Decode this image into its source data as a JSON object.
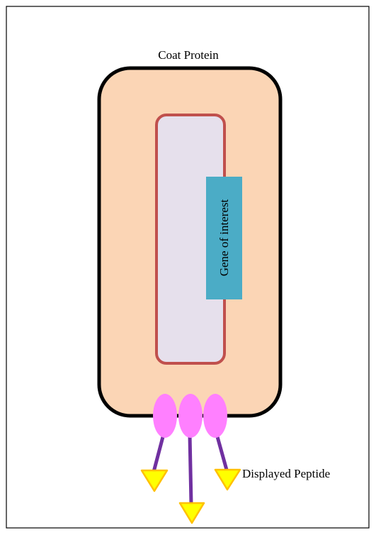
{
  "labels": {
    "coat_protein": "Coat Protein",
    "gene_of_interest": "Gene of interest",
    "displayed_peptide": "Displayed Peptide"
  },
  "colors": {
    "frame_border": "#000000",
    "coat_fill": "#fbd5b5",
    "coat_border": "#000000",
    "genome_fill": "#e6e0ec",
    "genome_border": "#c0504d",
    "gene_fill": "#4bacc6",
    "protein_fill": "#ff80ff",
    "linker": "#7030a0",
    "peptide_fill": "#ffff00",
    "peptide_border": "#ffc000"
  }
}
